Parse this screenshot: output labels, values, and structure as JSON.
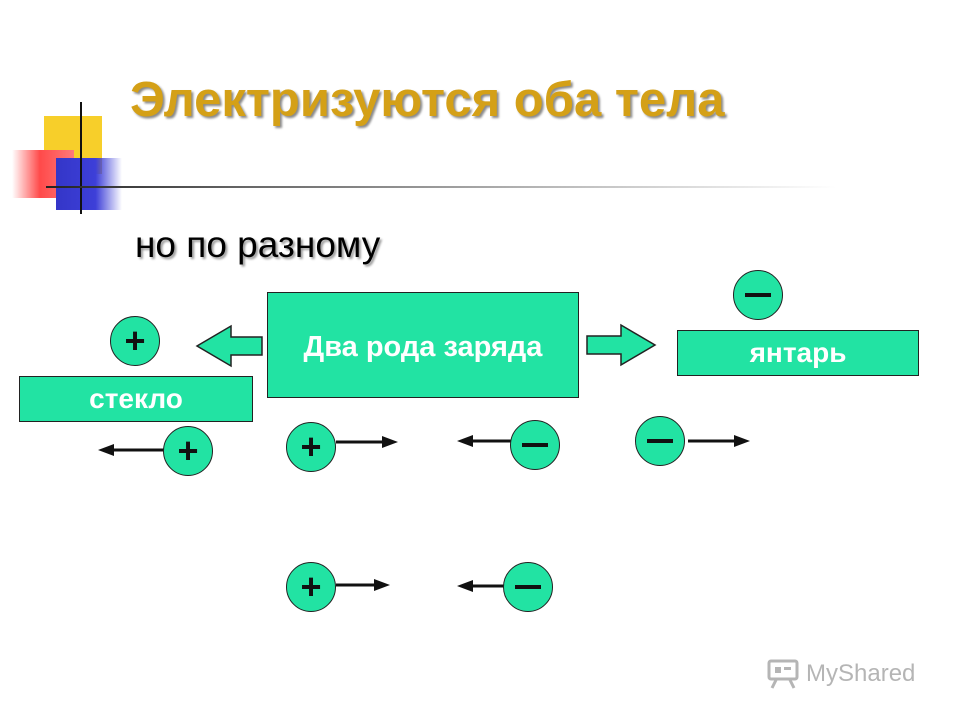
{
  "slide": {
    "title": "Электризуются оба тела",
    "subtitle": "но по разному",
    "center_box": "Два рода заряда",
    "glass_label": "стекло",
    "amber_label": "янтарь"
  },
  "charges": {
    "plus": "+",
    "minus": "−"
  },
  "colors": {
    "title": "#d4a017",
    "box_fill": "#22e3a3",
    "box_text": "#ffffff"
  },
  "watermark": {
    "text": "MyShared",
    "icon": "projector-screen-icon"
  }
}
